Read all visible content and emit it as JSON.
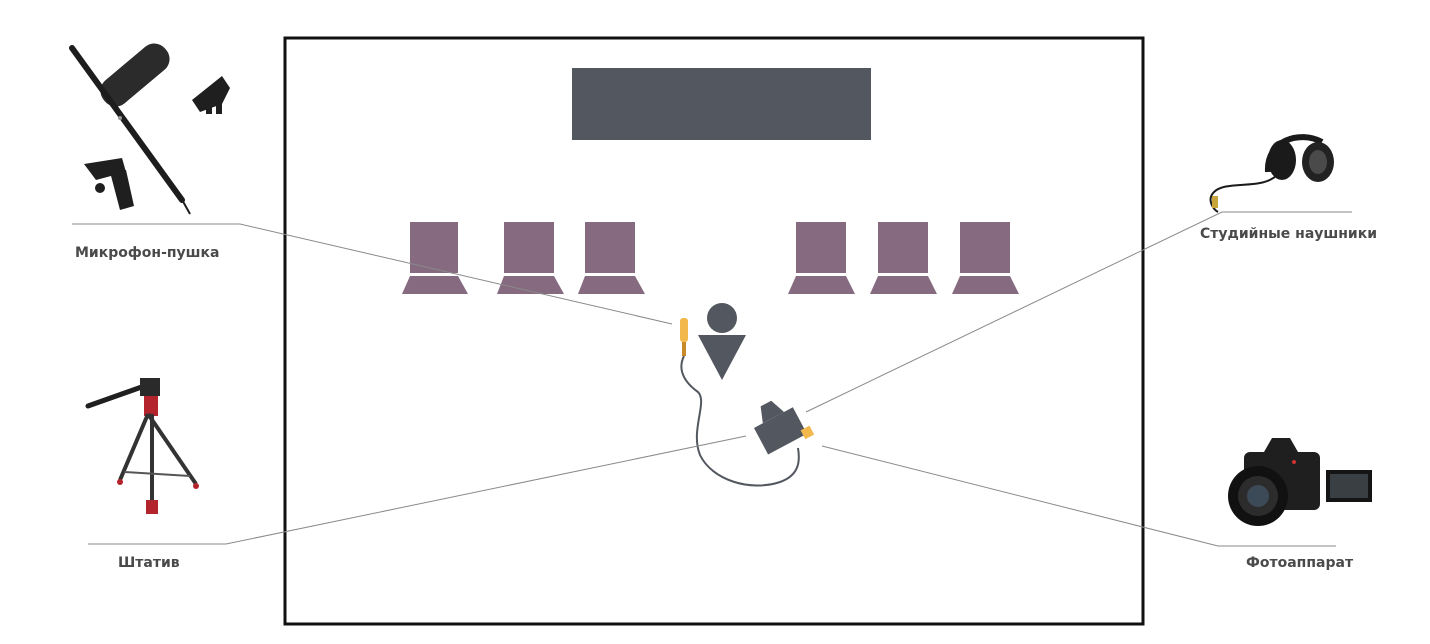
{
  "labels": {
    "mic": "Микрофон-пушка",
    "tripod": "Штатив",
    "headphones": "Студийные наушники",
    "camera": "Фотоаппарат"
  },
  "colors": {
    "stage_border": "#111111",
    "screen": "#53575f",
    "seat": "#866b80",
    "person": "#53575f",
    "accent": "#f2b84b",
    "leader_line": "#8a8a8a",
    "label_text": "#4a4a4a"
  }
}
